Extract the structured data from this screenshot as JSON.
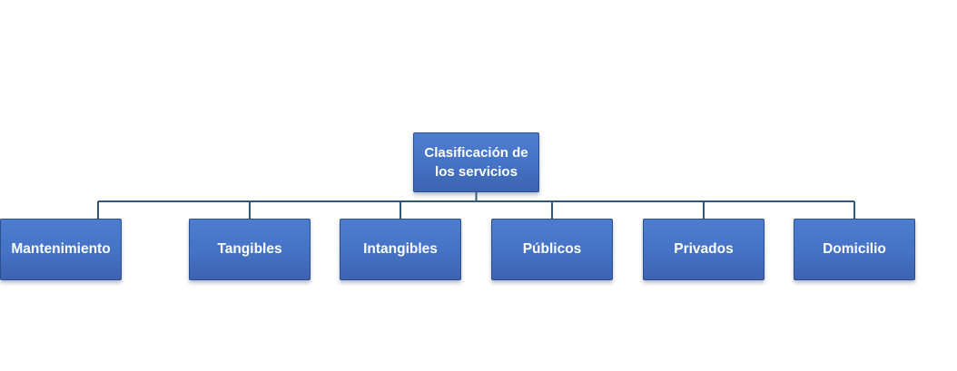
{
  "colors": {
    "background": "#ffffff",
    "node_fill_top": "#4e7ccf",
    "node_fill_mid": "#4472c4",
    "node_fill_bottom": "#3c63b0",
    "node_border": "#2d4e8a",
    "node_text": "#ffffff",
    "connector": "#30567d"
  },
  "diagram": {
    "type": "org-chart",
    "root": {
      "label": "Clasificación de\nlos servicios"
    },
    "children": [
      {
        "label": "Tangibles"
      },
      {
        "label": "Intangibles"
      },
      {
        "label": "Públicos"
      },
      {
        "label": "Privados"
      },
      {
        "label": "Domicilio"
      },
      {
        "label": "Mantenimiento"
      }
    ]
  }
}
